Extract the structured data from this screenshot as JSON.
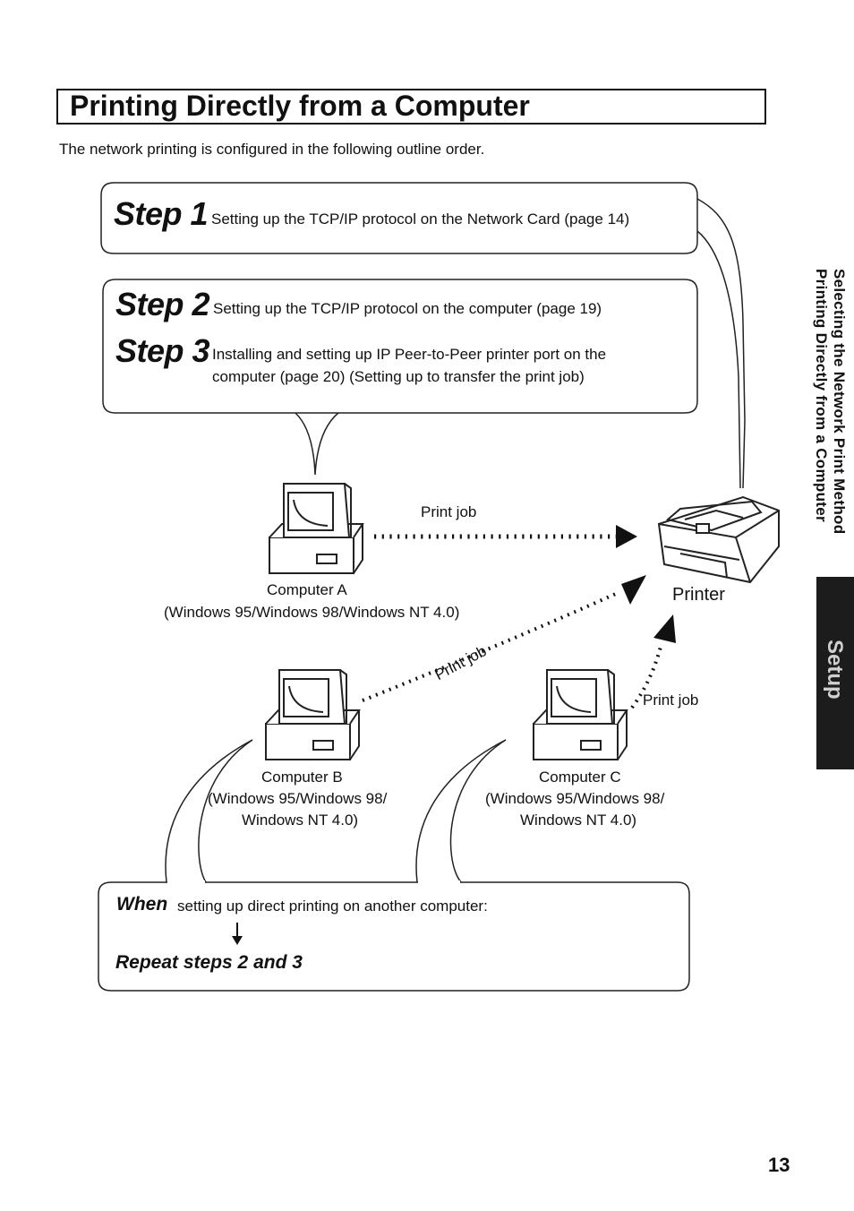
{
  "title": "Printing Directly from a Computer",
  "intro": "The network printing is configured in the following outline order.",
  "steps": [
    {
      "label": "Step 1",
      "text": "Setting up the TCP/IP protocol on the Network Card (page 14)"
    },
    {
      "label": "Step 2",
      "text": "Setting up the TCP/IP protocol on the computer (page 19)"
    },
    {
      "label": "Step 3",
      "text_line1": "Installing and setting up IP Peer-to-Peer printer port on the",
      "text_line2": "computer (page 20) (Setting up to transfer the print job)"
    }
  ],
  "computers": {
    "a": {
      "name": "Computer A",
      "os": "(Windows 95/Windows 98/Windows NT 4.0)"
    },
    "b": {
      "name": "Computer B",
      "os_line1": "(Windows 95/Windows 98/",
      "os_line2": "Windows NT 4.0)"
    },
    "c": {
      "name": "Computer C",
      "os_line1": "(Windows 95/Windows 98/",
      "os_line2": "Windows NT 4.0)"
    }
  },
  "printer_label": "Printer",
  "print_job_labels": {
    "a": "Print job",
    "b": "Print job",
    "c": "Print job"
  },
  "when_box": {
    "when": "When",
    "when_text": "setting up direct printing on another computer:",
    "repeat": "Repeat steps 2 and 3"
  },
  "side_tab": {
    "line1": "Selecting the Network Print Method",
    "line2": "Printing Directly from a Computer",
    "section": "Setup"
  },
  "page_number": "13"
}
